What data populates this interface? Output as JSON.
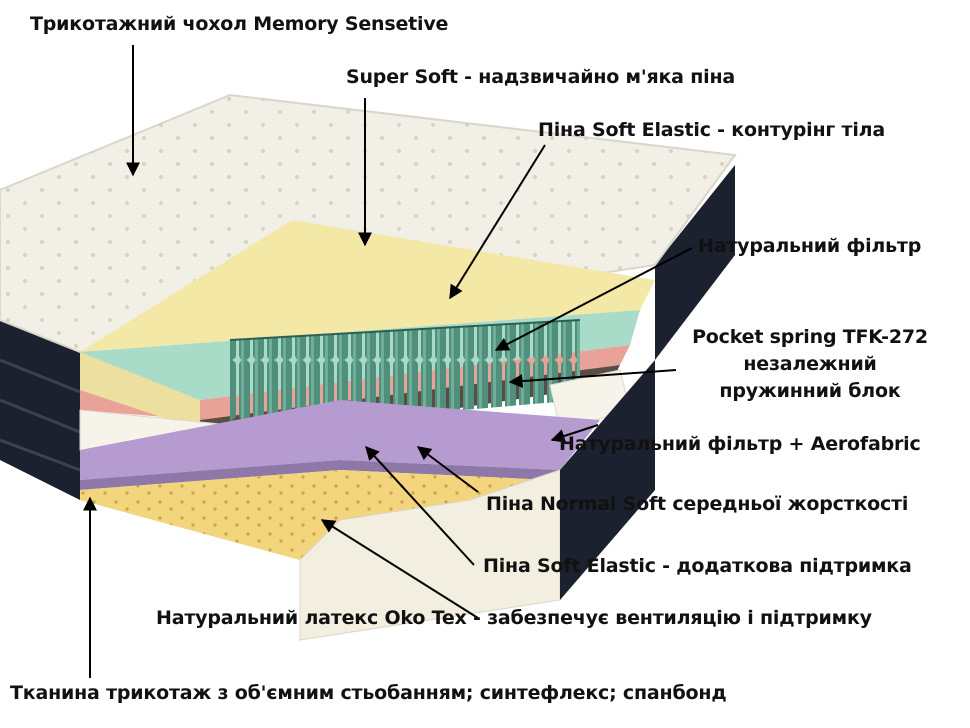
{
  "labels": {
    "top_cover": "Трикотажний чохол Memory Sensetive",
    "super_soft": "Super Soft - надзвичайно м'яка піна",
    "soft_elastic_top": "Піна Soft Elastic - контурінг тіла",
    "natural_filter": "Натуральний фільтр",
    "pocket_spring": {
      "line1": "Pocket spring TFK-272",
      "line2": "незалежний",
      "line3": "пружинний блок"
    },
    "filter_aerofabric": "Натуральний фільтр + Aerofabric",
    "normal_soft": "Піна Normal Soft середньої жорсткості",
    "soft_elastic_bottom": "Піна Soft Elastic - додаткова підтримка",
    "latex": "Натуральний латекс Oko Tex - забезпечує вентиляцію і підтримку",
    "bottom_fabric": "Тканина трикотаж з об'ємним стьобанням; синтефлекс; спанбонд"
  },
  "colors": {
    "cover": "#f1efe6",
    "cover_shadow": "#d9d6ca",
    "side_band": "#1c2130",
    "yellow_foam": "#f4e8a6",
    "mint_foam": "#a9dcc8",
    "pink_foam": "#e9a297",
    "filter_brown": "#5b4c44",
    "springs": "#3f7f6e",
    "filter_cream": "#f6f3ea",
    "purple_foam": "#b59bcf",
    "latex": "#f2d57d",
    "base": "#f3efe0",
    "arrow": "#000000"
  }
}
